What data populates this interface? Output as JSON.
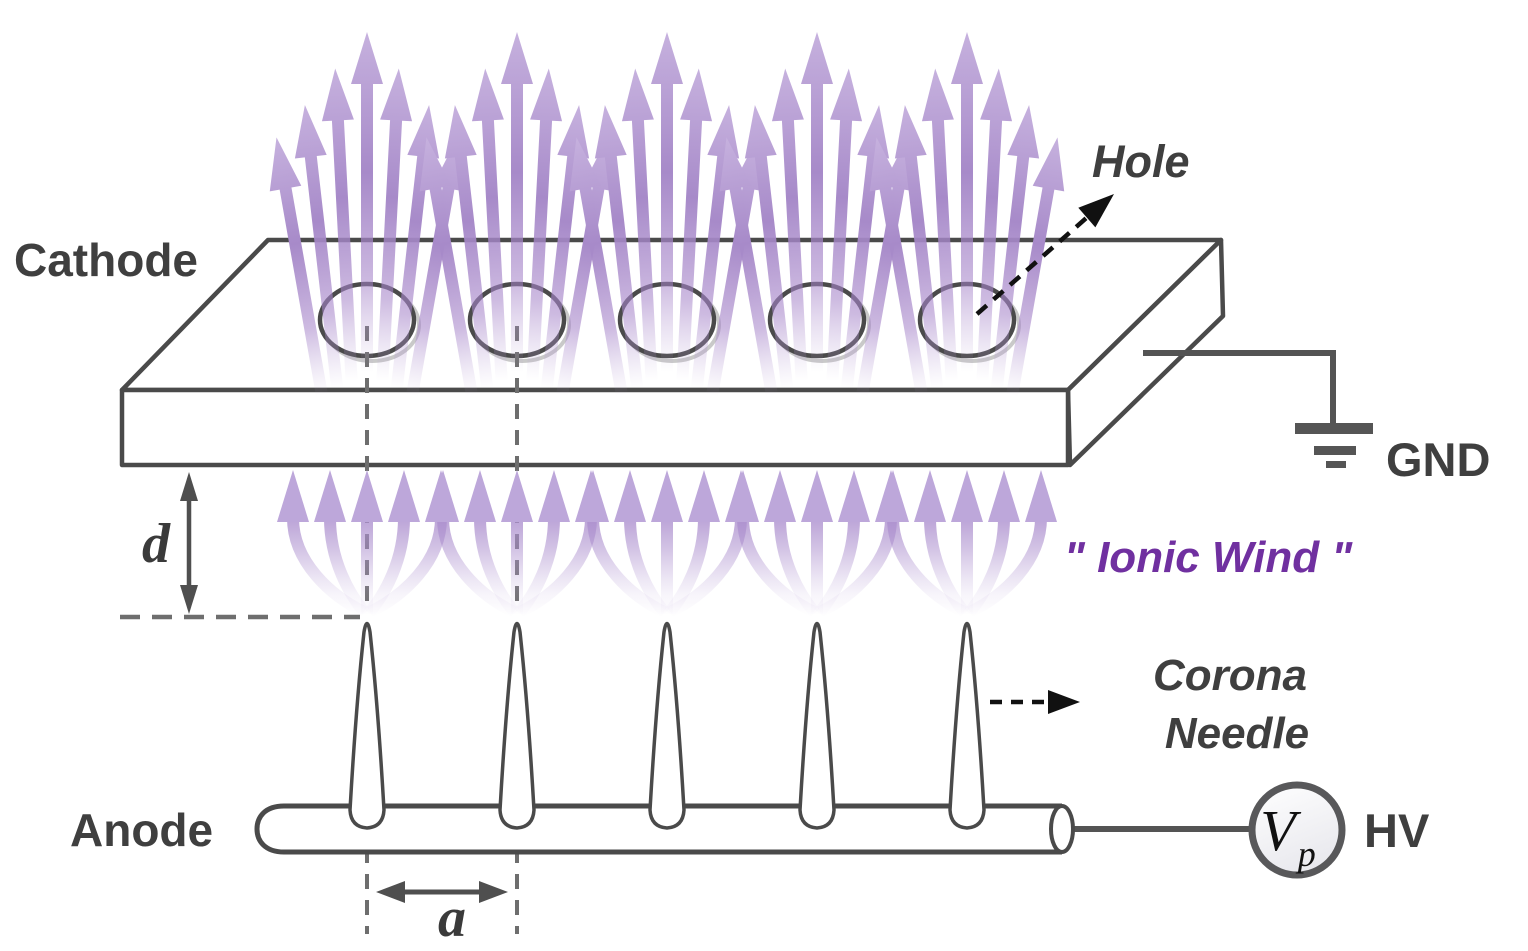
{
  "diagram": {
    "title_context": "Corona needle ionic wind generator schematic",
    "labels": {
      "cathode": "Cathode",
      "anode": "Anode",
      "hole": "Hole",
      "gnd": "GND",
      "ionic_wind": "\" Ionic Wind \"",
      "corona_needle_line1": "Corona",
      "corona_needle_line2": "Needle",
      "hv": "HV",
      "vp_symbol": "V",
      "vp_subscript": "p",
      "gap_dimension": "d",
      "pitch_dimension": "a"
    },
    "colors": {
      "ionic_wind_text": "#7030a0",
      "wind_arrow_light": "#c6b1de",
      "wind_arrow_mid": "#a78ac9",
      "outline_gray": "#4a4a4a",
      "label_gray": "#3f3f3f",
      "dashed_gray": "#6e6e6e"
    },
    "counts": {
      "holes": 5,
      "needles": 5,
      "wind_arrow_clusters": 5
    }
  }
}
